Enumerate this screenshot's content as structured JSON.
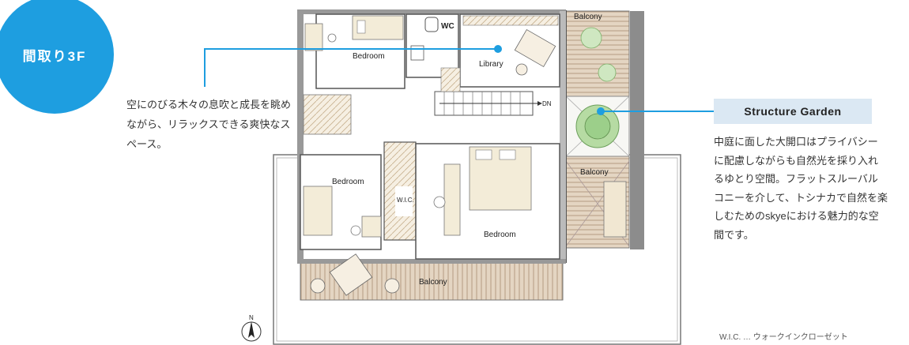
{
  "badge": {
    "label": "間取り3F"
  },
  "left_description": "空にのびる木々の息吹と成長を眺めながら、リラックスできる爽快なスペース。",
  "structure_garden": {
    "title": "Structure Garden",
    "description": "中庭に面した大開口はプライバシーに配慮しながらも自然光を採り入れるゆとり空間。フラットスルーバルコニーを介して、トシナカで自然を楽しむためのskyeにおける魅力的な空間です。"
  },
  "plan": {
    "rooms": {
      "bedroom_top": "Bedroom",
      "wc": "WC",
      "library": "Library",
      "balcony_top": "Balcony",
      "balcony_right": "Balcony",
      "balcony_bottom": "Balcony",
      "bedroom_left": "Bedroom",
      "wic": "W.I.C.",
      "bedroom_main": "Bedroom",
      "dn": "DN"
    },
    "compass": "N",
    "wic_note": "W.I.C. … ウォークインクローゼット"
  },
  "colors": {
    "accent_blue": "#1e9ee0",
    "wall_gray": "#8c8c8c",
    "balcony_wood": "#d8c4ad",
    "floor_beige": "#f3ecd8",
    "garden_green": "#9ccf8a"
  }
}
